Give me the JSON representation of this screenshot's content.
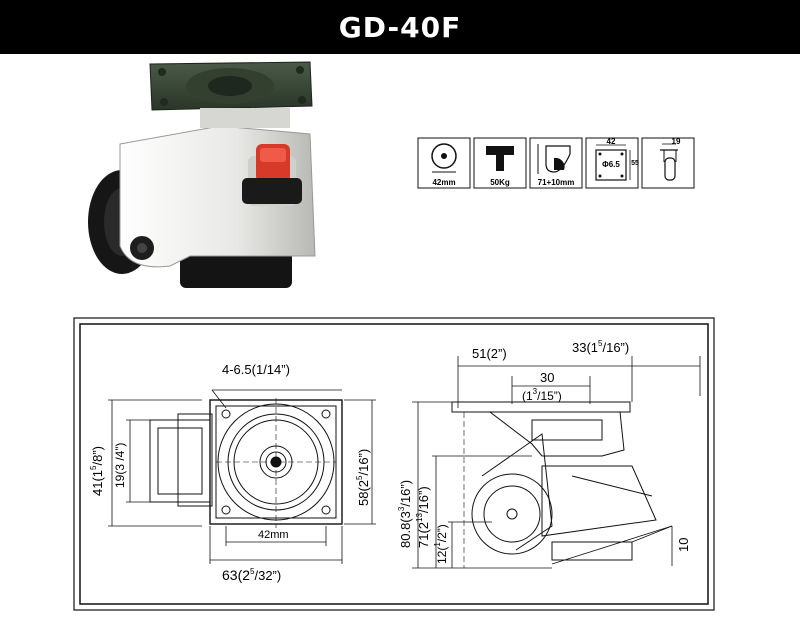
{
  "header": {
    "title": "GD-40F"
  },
  "specs": [
    {
      "icon": "wheel-diameter-icon",
      "label": "42mm"
    },
    {
      "icon": "load-capacity-icon",
      "label": "50Kg"
    },
    {
      "icon": "height-icon",
      "label": "71+10mm"
    },
    {
      "icon": "plate-size-icon",
      "label": "",
      "top": "42",
      "side": "55",
      "center": "Φ6.5"
    },
    {
      "icon": "wheel-width-icon",
      "label": "19"
    }
  ],
  "drawing": {
    "bolt_holes": "4-6.5(1/14”)",
    "plate_width": "42mm",
    "overall_width_main": "63(2",
    "overall_width_frac": "5",
    "overall_width_den": "/32”)",
    "height_41": "41(1",
    "height_41_frac": "5",
    "height_41_den": "/8”)",
    "height_19": "19(3 /4”)",
    "height_58": "58(2",
    "height_58_frac": "5",
    "height_58_den": "/16”)",
    "dim_51": "51(2”)",
    "dim_33": "33(1",
    "dim_33_frac": "5",
    "dim_33_den": "/16”)",
    "dim_30": "30",
    "dim_30_sub": "(1",
    "dim_30_sub_frac": "3",
    "dim_30_sub_den": "/15”)",
    "dim_80": "80.8(3",
    "dim_80_frac": "3",
    "dim_80_den": "/16”)",
    "dim_71": "71(2",
    "dim_71_frac": "13",
    "dim_71_den": "/16”)",
    "dim_12": "12(",
    "dim_12_frac": "1",
    "dim_12_den": "/2”)",
    "dim_10": "10"
  },
  "colors": {
    "header_bg": "#000000",
    "plate": "#3a4a3a",
    "body": "#e6e6e4",
    "lever": "#d83a2a",
    "wheel": "#1a1a1a"
  }
}
